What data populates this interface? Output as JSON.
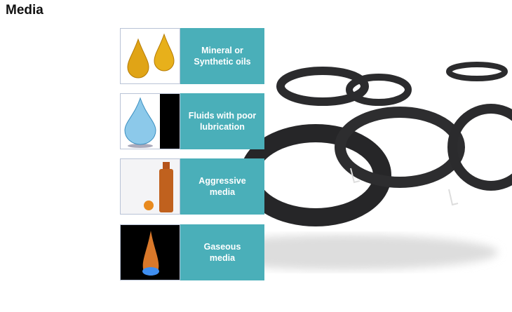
{
  "title": "Media",
  "items": [
    {
      "label_line1": "Mineral or",
      "label_line2": "Synthetic oils",
      "icon": "oil-drops"
    },
    {
      "label_line1": "Fluids with poor",
      "label_line2": "lubrication",
      "icon": "water-drop"
    },
    {
      "label_line1": "Aggressive",
      "label_line2": "media",
      "icon": "chemical-bottle"
    },
    {
      "label_line1": "Gaseous",
      "label_line2": "media",
      "icon": "gas-flame"
    }
  ],
  "colors": {
    "accent": "#4aafb9",
    "ring": "#2b2b2d"
  }
}
